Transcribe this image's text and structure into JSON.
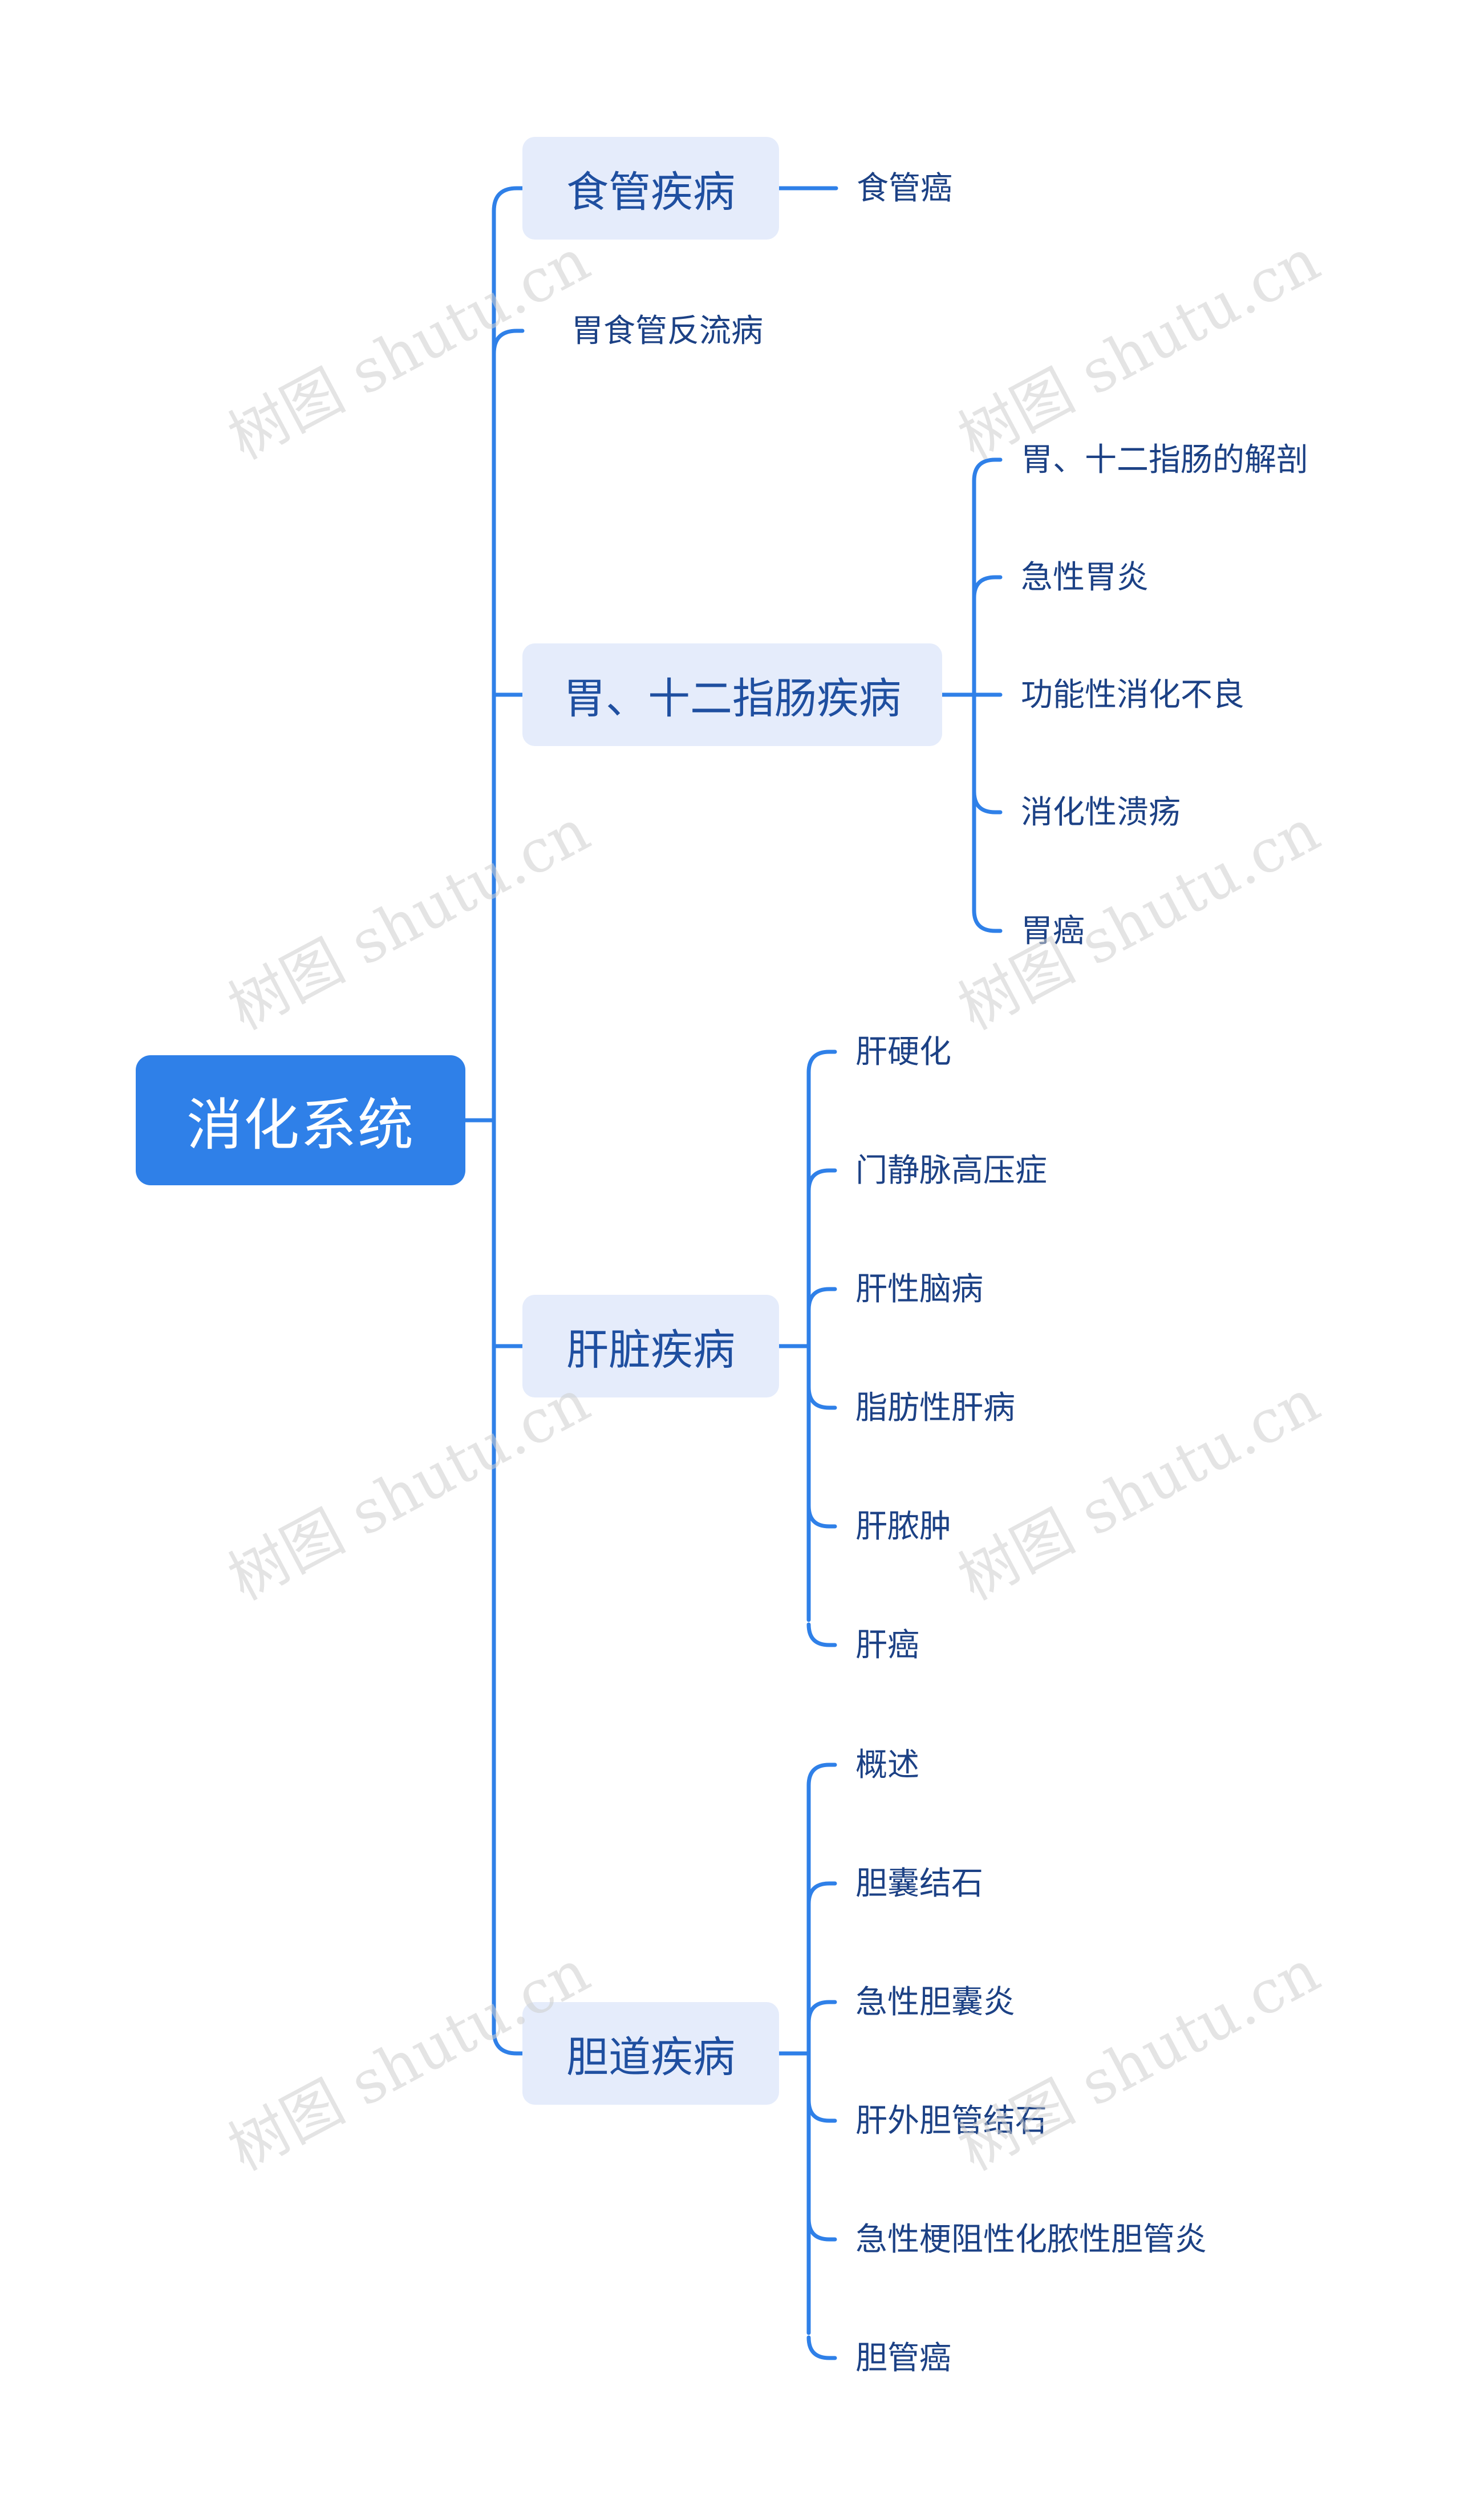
{
  "root": {
    "label": "消化系统"
  },
  "branches": [
    {
      "label": "食管疾病",
      "children": [
        "食管癌"
      ]
    },
    {
      "label": "胃食管反流病",
      "children": []
    },
    {
      "label": "胃、十二指肠疾病",
      "children": [
        "胃、十二指肠的解剖",
        "急性胃炎",
        "功能性消化不良",
        "消化性溃疡",
        "胃癌"
      ]
    },
    {
      "label": "肝脏疾病",
      "children": [
        "肝硬化",
        "门静脉高压症",
        "肝性脑病",
        "脂肪性肝病",
        "肝脓肿",
        "肝癌"
      ]
    },
    {
      "label": "胆道疾病",
      "children": [
        "概述",
        "胆囊结石",
        "急性胆囊炎",
        "肝外胆管结石",
        "急性梗阻性化脓性胆管炎",
        "胆管癌"
      ]
    }
  ],
  "watermark": "树图 shutu.cn",
  "colors": {
    "root_fill": "#2f80e8",
    "branch_fill": "#e5ecfb",
    "line": "#2f80e8",
    "branch_text": "#1f4fa0",
    "leaf_text": "#1c4185"
  }
}
